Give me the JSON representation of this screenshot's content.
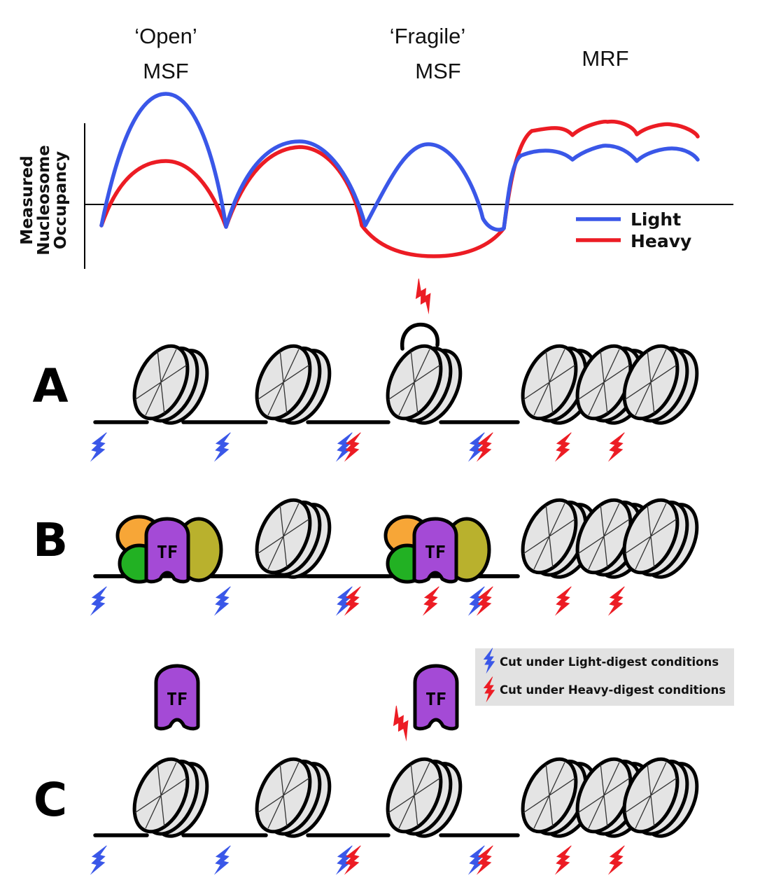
{
  "colors": {
    "light": "#3a57e8",
    "heavy": "#ec1c24",
    "tf": "#a44ad6",
    "partner_orange": "#f7a637",
    "partner_green": "#22b123",
    "partner_olive": "#b9b12d",
    "nucleosome_fill": "#e4e4e4",
    "key_background": "#e2e2e2"
  },
  "region_labels": {
    "open_line1": "‘Open’",
    "open_line2": "MSF",
    "fragile_line1": "‘Fragile’",
    "fragile_line2": "MSF",
    "mrf": "MRF"
  },
  "y_axis_label": [
    "Measured",
    "Nucleosome",
    "Occupancy"
  ],
  "legend": {
    "light": "Light",
    "heavy": "Heavy"
  },
  "row_labels": [
    "A",
    "B",
    "C"
  ],
  "tf_label": "TF",
  "cut_key": {
    "light": "Cut under Light-digest conditions",
    "heavy": "Cut under Heavy-digest conditions"
  },
  "icons": {
    "cut_light": "blue-lightning-bolt-icon",
    "cut_heavy": "red-lightning-bolt-icon"
  }
}
